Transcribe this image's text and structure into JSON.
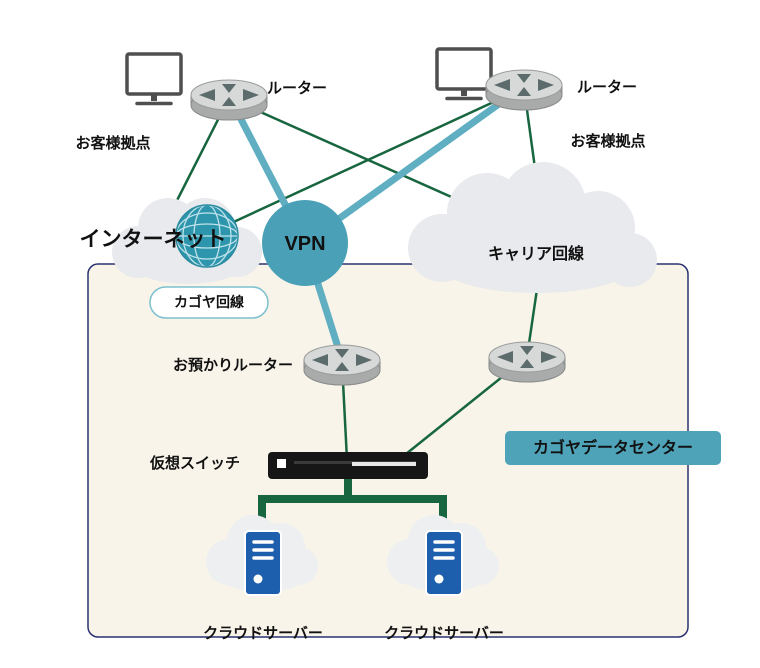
{
  "diagram": {
    "type": "network-topology",
    "labels": {
      "router_left": "ルーター",
      "site_left": "お客様拠点",
      "router_right": "ルーター",
      "site_right": "お客様拠点",
      "internet": "インターネット",
      "vpn": "VPN",
      "carrier_line": "キャリア回線",
      "kagoya_line_badge": "カゴヤ回線",
      "hosted_router": "お預かりルーター",
      "datacenter_badge": "カゴヤデータセンター",
      "virtual_switch": "仮想スイッチ",
      "cloud_server_left": "クラウドサーバー",
      "cloud_server_right": "クラウドサーバー"
    },
    "icons": {
      "monitor": "monitor-icon",
      "router": "router-icon",
      "globe": "globe-icon",
      "cloud": "cloud-icon",
      "switch": "switch-icon",
      "server": "server-icon"
    },
    "colors": {
      "line_green": "#17663F",
      "teal_link": "#5FAEC1",
      "vpn_circle_teal": "#4AA0B6",
      "badge_teal": "#4FA3B8",
      "datacenter_box_fill": "#F8F4E9",
      "datacenter_box_border": "#2A3170",
      "cloud_gray": "#E8EAED",
      "server_cloud_gray": "#EDEFF1",
      "internet_text_blue": "#2B62B0",
      "kagoya_line_text": "#2878A8",
      "server_blue": "#1D5FAD",
      "switch_black": "#161616"
    }
  }
}
